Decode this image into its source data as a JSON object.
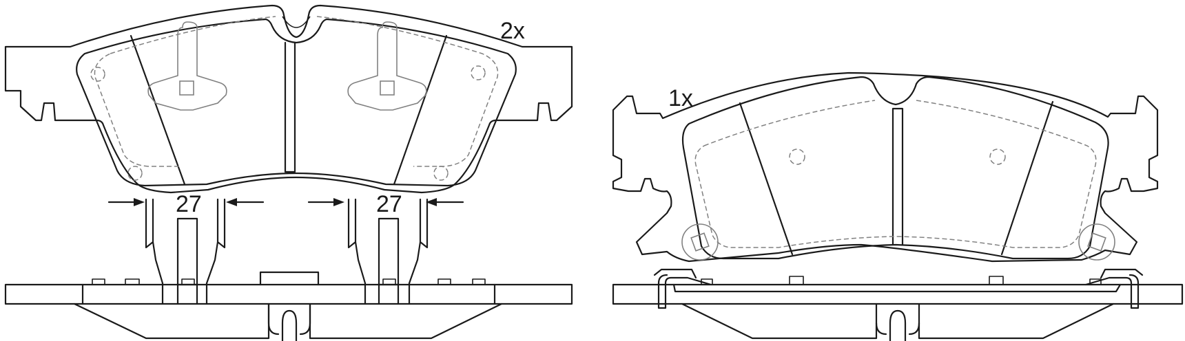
{
  "left_view": {
    "quantity_label": "2x",
    "dimension_left": "27",
    "dimension_right": "27"
  },
  "right_view": {
    "quantity_label": "1x"
  }
}
